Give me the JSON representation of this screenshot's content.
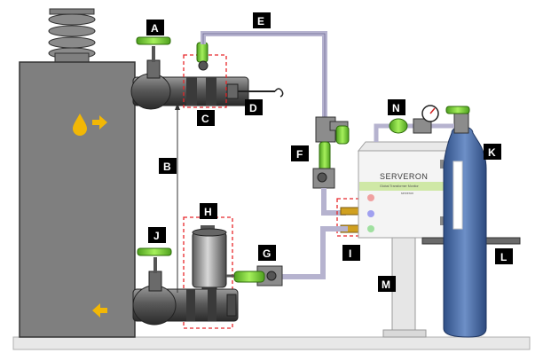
{
  "labels": {
    "A": "A",
    "B": "B",
    "C": "C",
    "D": "D",
    "E": "E",
    "F": "F",
    "G": "G",
    "H": "H",
    "I": "I",
    "J": "J",
    "K": "K",
    "L": "L",
    "M": "M",
    "N": "N"
  },
  "monitor": {
    "brand": "SERVERON",
    "model_line": "Global Transformer Monitor",
    "sub_line": "serveron"
  },
  "colors": {
    "transformer": "#7f7f7f",
    "valve_green": "#7dd63c",
    "flow_arrow": "#f2b705",
    "oil_drop": "#f2b705",
    "tubing": "#b6b3cf",
    "gas_cylinder": "#4a6fa5",
    "highlight_box": "#e8262a",
    "label_bg": "#000000"
  },
  "icons": [
    "oil-drop-icon",
    "right-arrow-icon",
    "left-arrow-icon",
    "pressure-gauge-icon"
  ]
}
